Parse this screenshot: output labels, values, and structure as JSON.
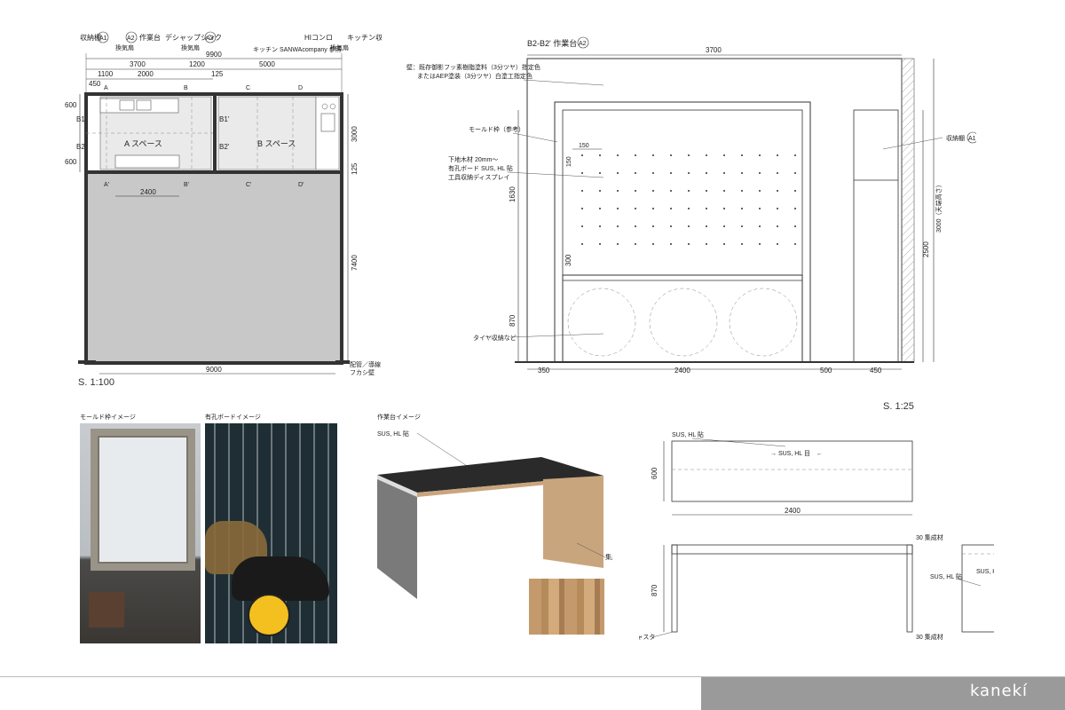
{
  "plan": {
    "labels": {
      "storage_a1": "収納棚",
      "a1": "A1",
      "workbench_a2": "作業台",
      "a2": "A2",
      "sink": "デシャップシンク",
      "a3": "A3",
      "hi_stove": "HIコンロ",
      "kitchen_storage": "キッチン収納",
      "b1": "B1",
      "vent1": "換気扇",
      "vent2": "換気扇",
      "vent3": "換気扇",
      "kitchen_sanwa": "キッチン SANWAcompany 参照",
      "space_a": "A スペース",
      "space_b": "B スペース",
      "section_a": "A",
      "section_a2": "A'",
      "section_b": "B",
      "section_b2": "B'",
      "section_c": "C",
      "section_c2": "C'",
      "section_d": "D",
      "section_d2": "D'",
      "sec_b1": "B1",
      "sec_b2": "B2",
      "sec_b1p": "B1'",
      "sec_b2p": "B2'",
      "wiring": "配管／導線",
      "fukashi": "フカシ壁",
      "scale": "S. 1:100"
    },
    "dims": {
      "total": "9900",
      "d3700": "3700",
      "d1200": "1200",
      "d5000": "5000",
      "d1100": "1100",
      "d2000": "2000",
      "d125a": "125",
      "d450": "450",
      "d600a": "600",
      "d600b": "600",
      "d3000": "3000",
      "d125b": "125",
      "d7400": "7400",
      "d2400": "2400",
      "d9000": "9000"
    }
  },
  "elevation": {
    "title": "B2-B2' 作業台",
    "title_ref": "A2",
    "notes": {
      "wall1": "壁：既存御影フッ素樹脂塗料（3分ツヤ）指定色",
      "wall2": "またはAEP塗装（3分ツヤ）白塗工指定色",
      "molding": "モールド枠（参考）",
      "base1": "下地木材 20mm〜",
      "base2": "有孔ボード SUS, HL 貼",
      "base3": "工具収納ディスプレイ",
      "storage": "収納棚",
      "storage_ref": "A1",
      "tire": "タイヤ収納など"
    },
    "dims": {
      "top": "3700",
      "d150": "150",
      "d150v": "150",
      "d1630": "1630",
      "d300": "300",
      "d870": "870",
      "d350": "350",
      "d2400": "2400",
      "d500": "500",
      "d450": "450",
      "d2500": "2500",
      "d3000": "3000（天端高さ）"
    },
    "scale": "S. 1:25"
  },
  "images": {
    "molding_title": "モールド枠イメージ",
    "pegboard_title": "有孔ボードイメージ",
    "workbench_title": "作業台イメージ",
    "sus_label": "SUS, HL 貼",
    "laminated": "集成材"
  },
  "bench_drawings": {
    "top_label": "SUS, HL 貼",
    "top_inner": "→ SUS, HL 目　←",
    "d600": "600",
    "d2400": "2400",
    "d870": "870",
    "laminated30a": "30 集成材",
    "laminated30b": "30 集成材",
    "adjuster": "アジャスタ",
    "side_label1": "SUS, HL 目",
    "side_label2": "SUS, HL 貼"
  },
  "brand": {
    "logo": "kanekí"
  },
  "colors": {
    "wall": "#333333",
    "floor": "#c8c8c8",
    "footer": "#9a9a9a",
    "mirror": "#555555",
    "wood": "#c9a57e"
  }
}
